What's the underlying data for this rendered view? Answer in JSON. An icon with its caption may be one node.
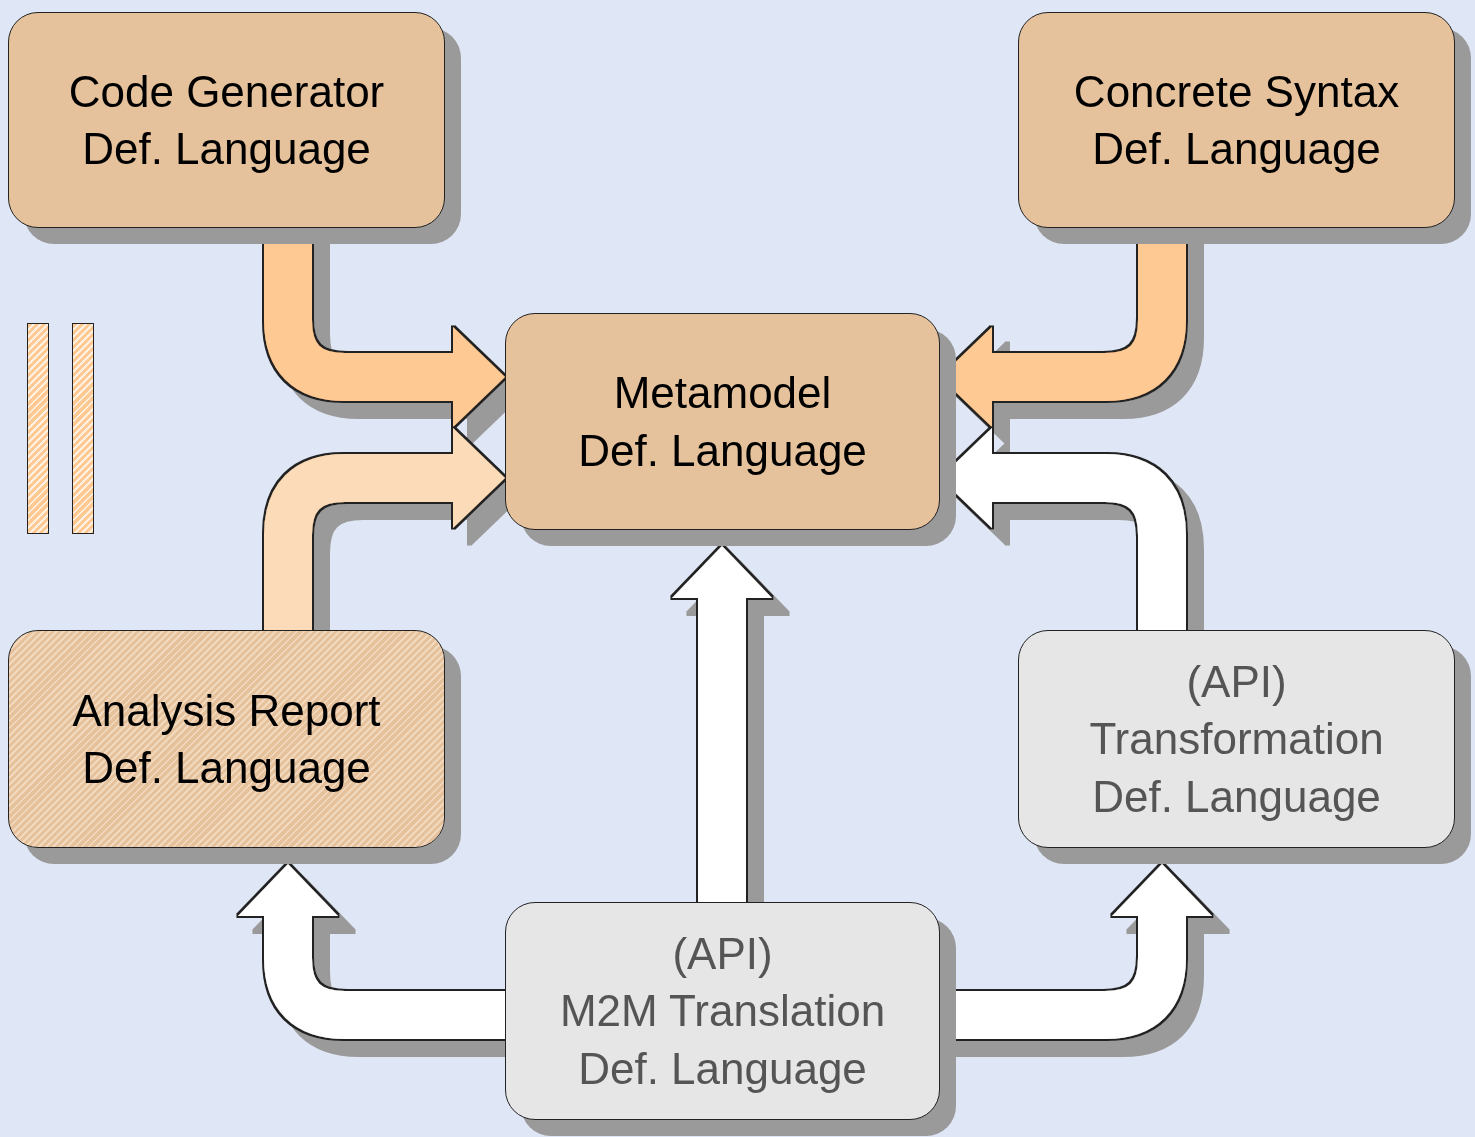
{
  "diagram": {
    "nodes": [
      {
        "text": [
          "Code Generator Def. Language"
        ]
      },
      {
        "text": [
          "Concrete Syntax Def. Language"
        ]
      },
      {
        "text": [
          "Metamodel Def. Language"
        ]
      },
      {
        "text": [
          "Analysis Report Def. Language"
        ]
      },
      {
        "text": [
          "(API)",
          "Transformation Def. Language"
        ]
      },
      {
        "text": [
          "(API)",
          "M2M Translation Def. Language"
        ]
      }
    ],
    "edges": [
      {
        "from": 0,
        "to": 2,
        "arrow": "to",
        "color": "#ffc993"
      },
      {
        "from": 1,
        "to": 2,
        "arrow": "to",
        "color": "#ffc993"
      },
      {
        "from": 3,
        "to": 2,
        "arrow": "to",
        "color": "#fcdcb8"
      },
      {
        "from": 4,
        "to": 2,
        "arrow": "to"
      },
      {
        "from": 5,
        "to": 2,
        "arrow": "to"
      },
      {
        "from": 5,
        "to": 3,
        "arrow": "to"
      },
      {
        "from": 5,
        "to": 4,
        "arrow": "to"
      }
    ]
  }
}
